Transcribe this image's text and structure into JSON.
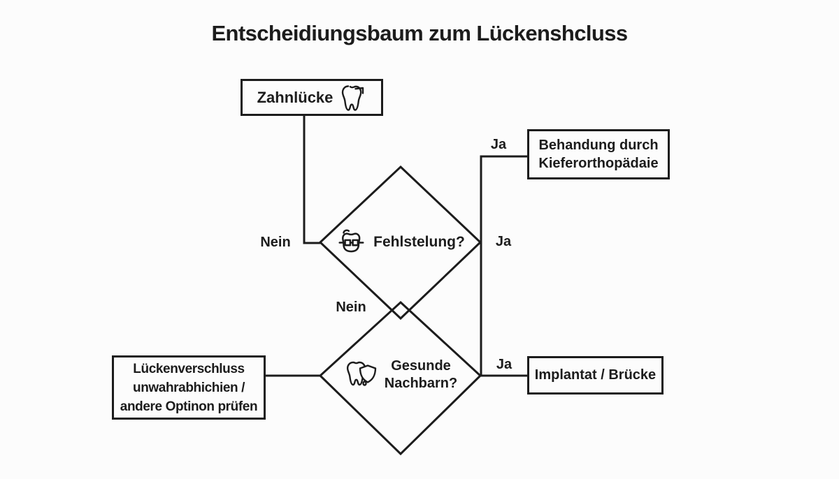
{
  "title": "Entscheidiungsbaum zum Lückenshcluss",
  "nodes": {
    "start": {
      "label": "Zahnlücke",
      "icon": "tooth-icon"
    },
    "misalignment": {
      "label": "Fehlstelung?",
      "icon": "braces-icon"
    },
    "neighbors": {
      "lines": [
        "Gesunde",
        "Nachbarn?"
      ],
      "icon": "tooth-shield-icon"
    },
    "orthodontics": {
      "lines": [
        "Behandung durch",
        "Kieferorthopädaie"
      ]
    },
    "implant": {
      "label": "Implantat / Brücke"
    },
    "alternative": {
      "lines": [
        "Lückenverschluss",
        "unwahrabhichien /",
        "andere Optinon prüfen"
      ]
    }
  },
  "edge_labels": {
    "start_nein": "Nein",
    "ortho_ja": "Ja",
    "decision1_ja": "Ja",
    "between_nein": "Nein",
    "implant_ja": "Ja"
  },
  "colors": {
    "ink": "#1c1c1c",
    "background": "#fcfcfc"
  }
}
